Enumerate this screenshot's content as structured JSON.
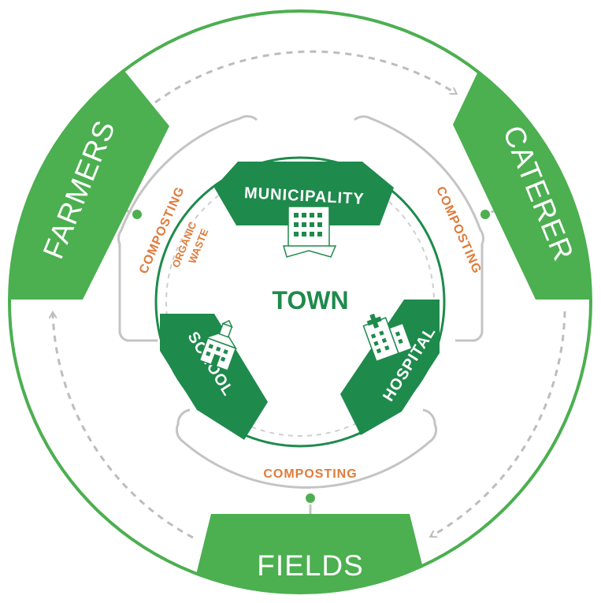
{
  "colors": {
    "outer_green": "#4caf50",
    "inner_green": "#1e8a4c",
    "composting_orange": "#e07b3a",
    "connector_gray": "#c4c4c4",
    "arrow_gray": "#bdbdbd"
  },
  "outer_nodes": {
    "farmers": "FARMERS",
    "caterer": "CATERER",
    "fields": "FIELDS"
  },
  "inner_nodes": {
    "municipality": "MUNICIPALITY",
    "school": "SCHOOL",
    "hospital": "HOSPITAL"
  },
  "center": {
    "title": "TOWN"
  },
  "organic_waste": {
    "line1": "ORGANIC",
    "line2": "WASTE"
  },
  "composting": {
    "left": "COMPOSTING",
    "right": "COMPOSTING",
    "bottom": "COMPOSTING"
  },
  "icons": {
    "municipality": "municipal-building-icon",
    "school": "school-building-icon",
    "hospital": "hospital-building-icon"
  }
}
